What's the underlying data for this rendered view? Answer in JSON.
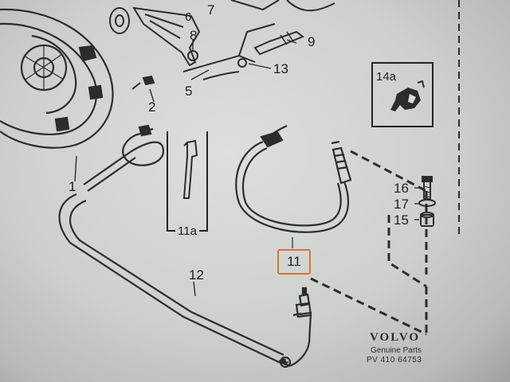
{
  "diagram": {
    "part_labels": {
      "p1": "1",
      "p2": "2",
      "p5": "5",
      "p6": "6",
      "p7": "7",
      "p8": "8",
      "p9": "9",
      "p11": "11",
      "p12": "12",
      "p13": "13",
      "p15": "15",
      "p16": "16",
      "p17": "17"
    },
    "insets": {
      "inset_11a": "11a",
      "inset_14a": "14a"
    },
    "highlight": {
      "label": "11",
      "color": "#d9733a"
    }
  },
  "brand": {
    "logo": "VOLVO",
    "line1": "Genuine Parts",
    "line2": "PV 410 64753"
  }
}
